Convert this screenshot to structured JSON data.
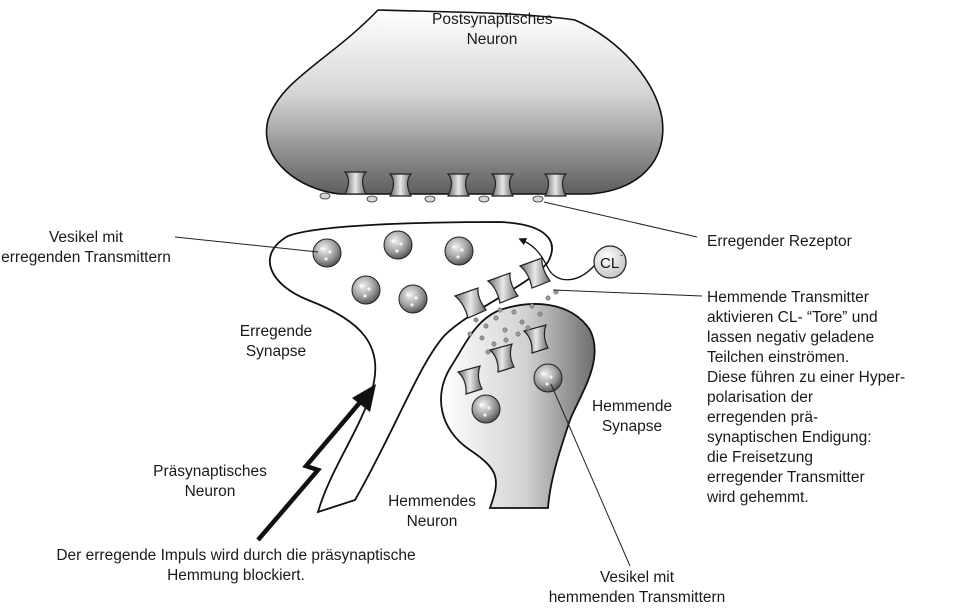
{
  "labels": {
    "postsynaptic_1": "Postsynaptisches",
    "postsynaptic_2": "Neuron",
    "vesikel_erregend_1": "Vesikel mit",
    "vesikel_erregend_2": "erregenden Transmittern",
    "erregender_rezeptor": "Erregender Rezeptor",
    "erregende_synapse_1": "Erregende",
    "erregende_synapse_2": "Synapse",
    "hemmende_transmitter": [
      "Hemmende Transmitter",
      "aktivieren CL- “Tore” und",
      "lassen negativ geladene",
      "Teilchen einströmen.",
      "Diese führen zu einer Hyper-",
      "polarisation der",
      "erregenden prä-",
      "synaptischen Endigung:",
      "die Freisetzung",
      "erregender Transmitter",
      "wird gehemmt."
    ],
    "hemmende_synapse_1": "Hemmende",
    "hemmende_synapse_2": "Synapse",
    "praesynaptisches_1": "Präsynaptisches",
    "praesynaptisches_2": "Neuron",
    "hemmendes_neuron_1": "Hemmendes",
    "hemmendes_neuron_2": "Neuron",
    "impuls_1": "Der erregende Impuls wird durch die präsynaptische",
    "impuls_2": "Hemmung blockiert.",
    "vesikel_hemmend_1": "Vesikel mit",
    "vesikel_hemmend_2": "hemmenden Transmittern",
    "ion_base": "CL",
    "ion_charge": "-"
  }
}
